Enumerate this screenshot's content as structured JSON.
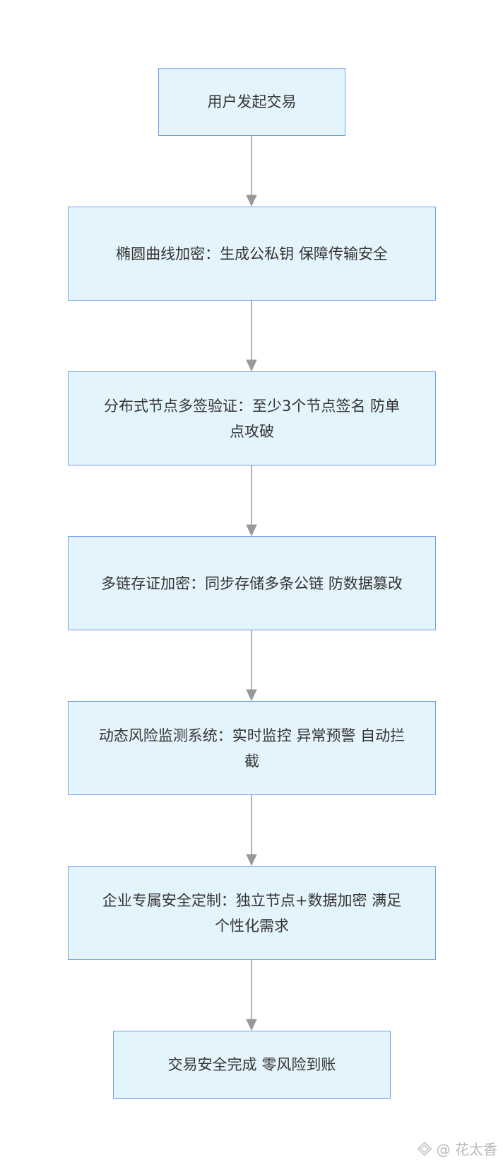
{
  "flowchart": {
    "nodes": [
      {
        "id": "start",
        "label": "用户发起交易"
      },
      {
        "id": "ecc",
        "label": "椭圆曲线加密：生成公私钥 保障传输安全"
      },
      {
        "id": "multisig",
        "label": "分布式节点多签验证：至少3个节点签名 防单点攻破"
      },
      {
        "id": "multichain",
        "label": "多链存证加密：同步存储多条公链 防数据篡改"
      },
      {
        "id": "monitor",
        "label": "动态风险监测系统：实时监控 异常预警 自动拦截"
      },
      {
        "id": "enterprise",
        "label": "企业专属安全定制：独立节点+数据加密 满足个性化需求"
      },
      {
        "id": "end",
        "label": "交易安全完成 零风险到账"
      }
    ],
    "edges": [
      {
        "from": "start",
        "to": "ecc"
      },
      {
        "from": "ecc",
        "to": "multisig"
      },
      {
        "from": "multisig",
        "to": "multichain"
      },
      {
        "from": "multichain",
        "to": "monitor"
      },
      {
        "from": "monitor",
        "to": "enterprise"
      },
      {
        "from": "enterprise",
        "to": "end"
      }
    ]
  },
  "watermark": {
    "text": "@ 花太香",
    "icon": "logo-icon"
  },
  "colors": {
    "node_fill": "#e4f4fc",
    "node_border": "#6f9fe9",
    "edge": "#999999",
    "text": "#333333"
  }
}
